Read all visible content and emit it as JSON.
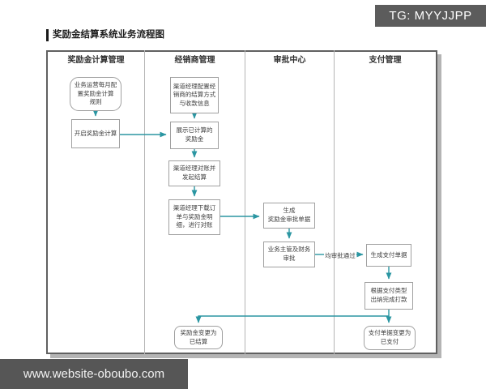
{
  "page": {
    "badge_text": "TG: MYYJJPP",
    "watermark_text": "www.website-oboubo.com"
  },
  "diagram": {
    "title": "奖励金结算系统业务流程图",
    "lanes": [
      {
        "label": "奖励金计算管理"
      },
      {
        "label": "经销商管理"
      },
      {
        "label": "审批中心"
      },
      {
        "label": "支付管理"
      }
    ],
    "nodes": [
      {
        "id": "set-rules",
        "lane": "奖励金计算管理",
        "shape": "rounded-start",
        "label": "业务运营每月配\n置奖励金计算\n规则"
      },
      {
        "id": "start-calc",
        "lane": "奖励金计算管理",
        "shape": "rect",
        "label": "开启奖励金计算"
      },
      {
        "id": "config-settlement",
        "lane": "经销商管理",
        "shape": "rect",
        "label": "渠道经理配置经\n销商的结算方式\n与收款信息"
      },
      {
        "id": "show-bonus",
        "lane": "经销商管理",
        "shape": "rect",
        "label": "展示已计算的\n奖励金"
      },
      {
        "id": "reconcile-start",
        "lane": "经销商管理",
        "shape": "rect",
        "label": "渠道经理对账并\n发起结算"
      },
      {
        "id": "download-details",
        "lane": "经销商管理",
        "shape": "rect",
        "label": "渠道经理下载订\n单与奖励金明\n细，进行对账"
      },
      {
        "id": "gen-approval",
        "lane": "审批中心",
        "shape": "rect",
        "label": "生成\n奖励金审批单据"
      },
      {
        "id": "approve",
        "lane": "审批中心",
        "shape": "rect",
        "label": "业务主管及财务\n审批"
      },
      {
        "id": "gen-payment",
        "lane": "支付管理",
        "shape": "rect",
        "label": "生成支付单据"
      },
      {
        "id": "pay",
        "lane": "支付管理",
        "shape": "rect",
        "label": "根据支付类型\n出纳完成打款"
      },
      {
        "id": "bonus-settled",
        "lane": "经销商管理",
        "shape": "rounded-end",
        "label": "奖励金变更为\n已结算"
      },
      {
        "id": "payment-paid",
        "lane": "支付管理",
        "shape": "rounded-end",
        "label": "支付单据变更为\n已支付"
      }
    ],
    "edges": [
      {
        "from": "set-rules",
        "to": "start-calc",
        "label": ""
      },
      {
        "from": "start-calc",
        "to": "show-bonus",
        "label": ""
      },
      {
        "from": "config-settlement",
        "to": "show-bonus",
        "label": ""
      },
      {
        "from": "show-bonus",
        "to": "reconcile-start",
        "label": ""
      },
      {
        "from": "reconcile-start",
        "to": "download-details",
        "label": ""
      },
      {
        "from": "download-details",
        "to": "gen-approval",
        "label": ""
      },
      {
        "from": "gen-approval",
        "to": "approve",
        "label": ""
      },
      {
        "from": "approve",
        "to": "gen-payment",
        "label": "均审批通过"
      },
      {
        "from": "gen-payment",
        "to": "pay",
        "label": ""
      },
      {
        "from": "pay",
        "to": "bonus-settled",
        "label": ""
      },
      {
        "from": "pay",
        "to": "payment-paid",
        "label": ""
      }
    ],
    "colors": {
      "arrow": "#2b96a2",
      "node_border": "#a0a0a0",
      "frame_border": "#606060",
      "badge_bg": "#5c5c5c"
    }
  }
}
